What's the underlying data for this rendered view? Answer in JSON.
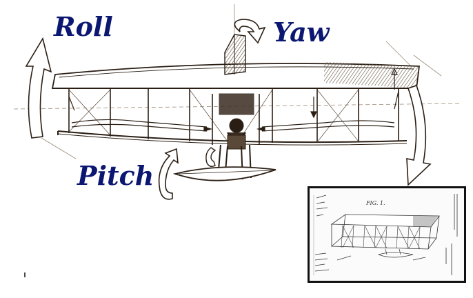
{
  "labels": {
    "roll": "Roll",
    "yaw": "Yaw",
    "pitch": "Pitch"
  },
  "inset": {
    "figure_label": "FIG. 1."
  },
  "colors": {
    "label_text": "#0b1770",
    "ink": "#2a1e14",
    "shading": "#6b5a48",
    "paper": "#ffffff"
  },
  "icons": {
    "roll_arrows": "curved-double-arrow-icon",
    "yaw_arrow": "curved-arrow-icon",
    "pitch_arrow": "curved-arrow-icon"
  }
}
